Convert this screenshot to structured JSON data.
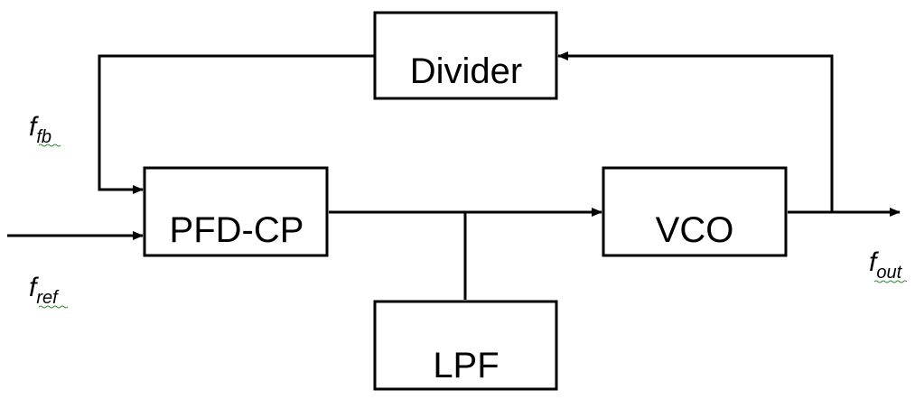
{
  "blocks": {
    "divider": "Divider",
    "pfd_cp": "PFD-CP",
    "vco": "VCO",
    "lpf": "LPF"
  },
  "signals": {
    "f_fb": {
      "main": "f",
      "sub": "fb"
    },
    "f_ref": {
      "main": "f",
      "sub": "ref"
    },
    "f_out": {
      "main": "f",
      "sub": "out"
    }
  },
  "colors": {
    "line": "#000000",
    "background": "#ffffff",
    "spellcheck_underline": "#2e8b2e"
  }
}
